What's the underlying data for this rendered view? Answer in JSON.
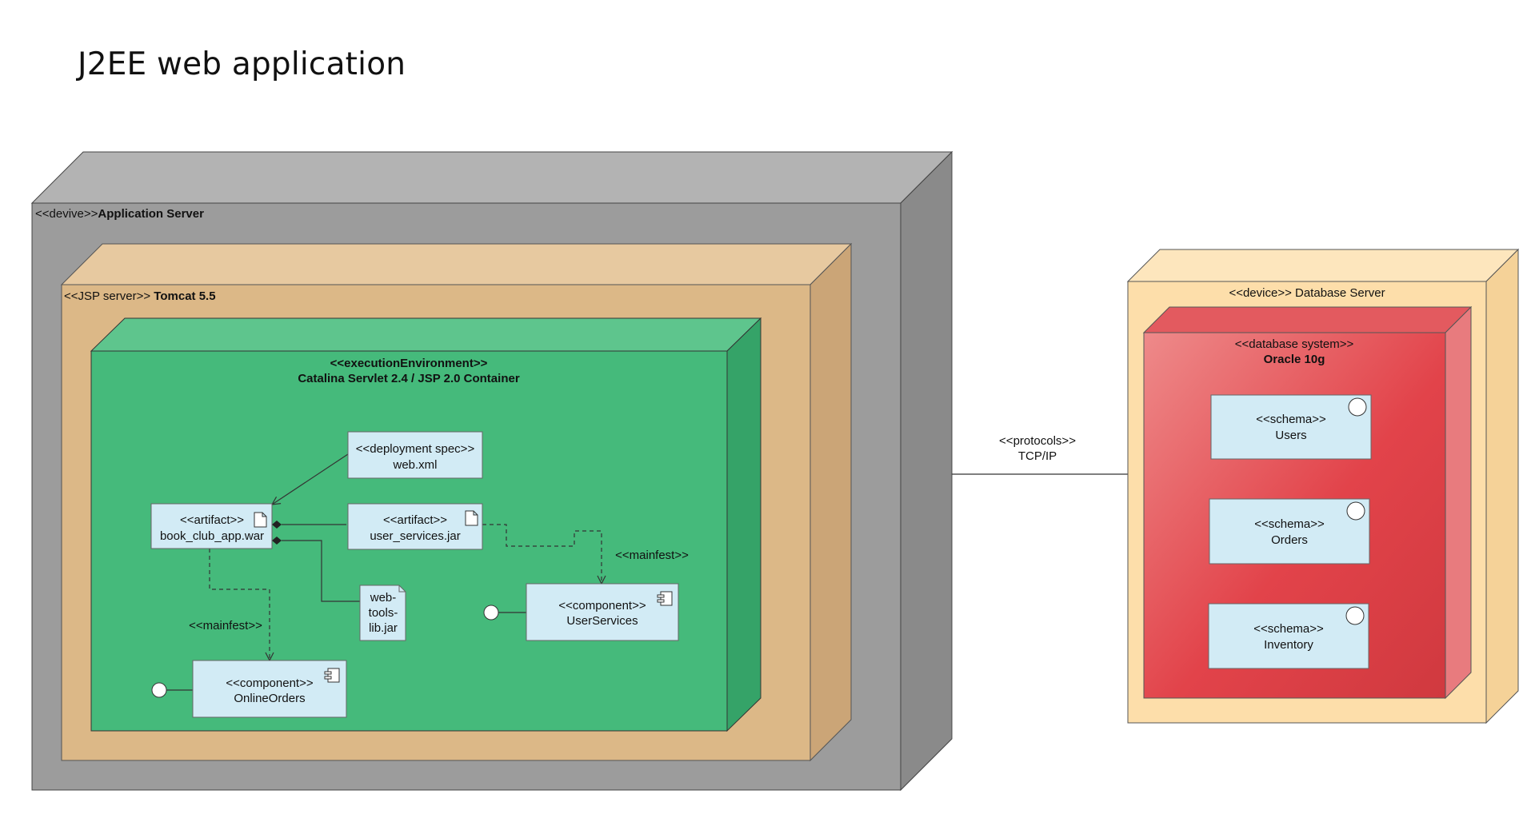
{
  "title": "J2EE web application",
  "colors": {
    "app_server": "#9c9c9c",
    "tomcat": "#dcb887",
    "container": "#45ba7b",
    "database_server": "#fddeaa",
    "oracle": "#e2464c",
    "element_fill": "#d2ebf5"
  },
  "nodes": {
    "app_server": {
      "stereotype": "<<devive>>",
      "name": "Application Server"
    },
    "tomcat": {
      "stereotype": "<<JSP server>> ",
      "name": "Tomcat 5.5"
    },
    "container": {
      "stereotype": "<<executionEnvironment>>",
      "name": "Catalina Servlet 2.4 / JSP 2.0 Container"
    },
    "database_server": {
      "label": "<<device>> Database Server"
    },
    "oracle": {
      "stereotype": "<<database system>>",
      "name": "Oracle 10g"
    }
  },
  "elements": {
    "web_xml": {
      "stereotype": "<<deployment spec>>",
      "name": "web.xml"
    },
    "book_club": {
      "stereotype": "<<artifact>>",
      "name": "book_club_app.war",
      "icon": "document-icon"
    },
    "user_services_jar": {
      "stereotype": "<<artifact>>",
      "name": "user_services.jar",
      "icon": "document-icon"
    },
    "web_tools": {
      "lines": [
        "web-",
        "tools-",
        "lib.jar"
      ]
    },
    "user_services": {
      "stereotype": "<<component>>",
      "name": "UserServices",
      "icon": "component-icon"
    },
    "online_orders": {
      "stereotype": "<<component>>",
      "name": "OnlineOrders",
      "icon": "component-icon"
    },
    "schema_users": {
      "stereotype": "<<schema>>",
      "name": "Users"
    },
    "schema_orders": {
      "stereotype": "<<schema>>",
      "name": "Orders"
    },
    "schema_inventory": {
      "stereotype": "<<schema>>",
      "name": "Inventory"
    }
  },
  "connectors": {
    "manifest_1": "<<mainfest>>",
    "manifest_2": "<<mainfest>>",
    "protocol_stereotype": "<<protocols>>",
    "protocol_name": "TCP/IP"
  }
}
